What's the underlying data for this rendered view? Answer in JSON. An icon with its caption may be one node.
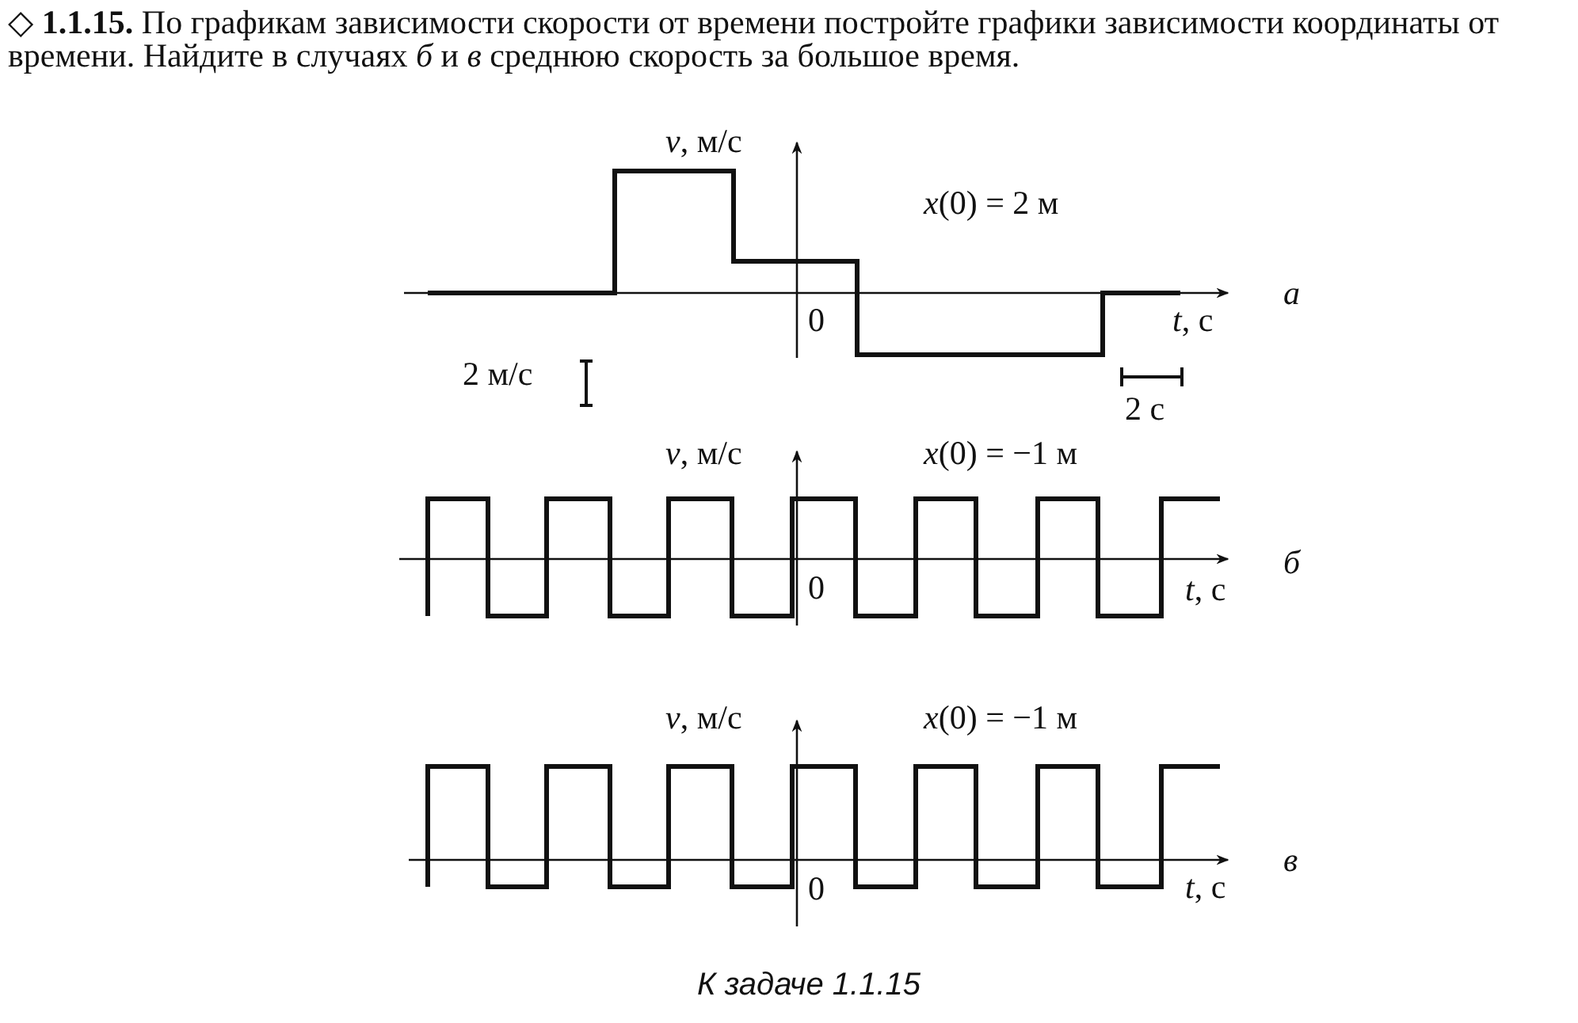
{
  "diagram": {
    "title": "◇ **1.1.15.** По графикам зависимости скорости от времени постройте графики зависимости координаты от времени. Найдите в случаях *б* и *в* среднюю скорость за большое время.",
    "caption": "К задаче 1.1.15",
    "labels": [
      "*v*, м/с",
      "*x*(0) = 2 м",
      "0",
      "*t*, с",
      "а",
      "2 м/с",
      "2 с",
      "*v*, м/с",
      "*x*(0) = −1 м",
      "0",
      "*t*, с",
      "б",
      "*v*, м/с",
      "*x*(0) = −1 м",
      "0",
      "*t*, с",
      "в"
    ]
  }
}
